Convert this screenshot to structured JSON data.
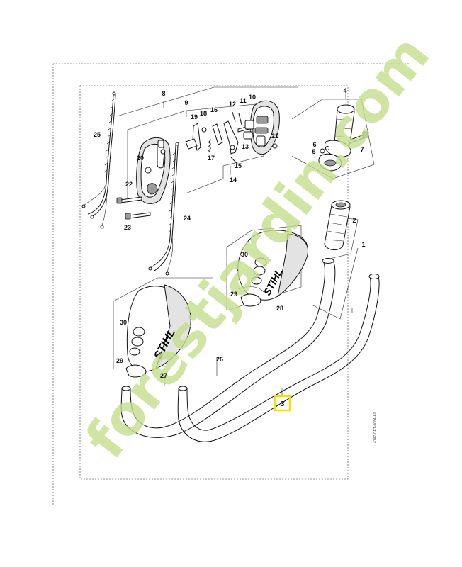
{
  "drawing": {
    "callouts": [
      "1",
      "2",
      "3",
      "4",
      "5",
      "6",
      "7",
      "8",
      "9",
      "10",
      "11",
      "12",
      "13",
      "14",
      "15",
      "16",
      "17",
      "18",
      "19",
      "20",
      "21",
      "22",
      "23",
      "24",
      "25",
      "26",
      "27",
      "28",
      "29",
      "30"
    ],
    "highlighted_callout": "3",
    "drawing_code": "4147-GET-0084-A0",
    "highlight_color": "#f2e200"
  },
  "logos": {
    "brand": "STIHL",
    "watermark": "forestjardin.com",
    "watermark_color": "#c5df8e",
    "watermark_com_color": "#c9c2b6"
  }
}
